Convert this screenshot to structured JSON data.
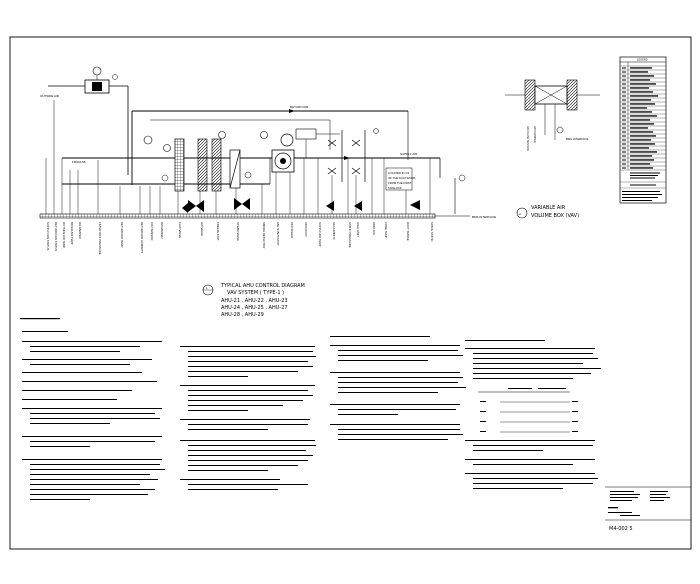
{
  "diagram": {
    "title_lines": [
      "TYPICAL AHU CONTROL DIAGRAM",
      "VAV SYSTEM ( TYPE-1 )"
    ],
    "units_lines": [
      "AHU-21 , AHU-22 , AHU-23",
      "AHU-24 , AHU-25 , AHU-27",
      "AHU-28 , AHU-29"
    ],
    "vav_label_lines": [
      "VARIABLE AIR",
      "VOLUME BOX (VAV)"
    ]
  },
  "drawing_number": "M4-002 5"
}
